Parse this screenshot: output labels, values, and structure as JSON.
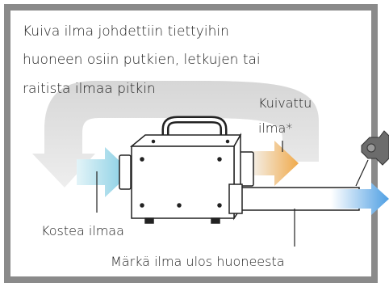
{
  "intro": {
    "line1": "Kuiva ilma johdettiin tiettyihin",
    "line2": "huoneen osiin putkien, letkujen tai",
    "line3": "raitista ilmaa pitkin"
  },
  "labels": {
    "dried_air_line1": "Kuivattu",
    "dried_air_line2": "ilma*",
    "humid_air": "Kostea ilmaa",
    "wet_air_out": "Märkä ilma ulos huoneesta"
  },
  "colors": {
    "room_frame": "#8a8a8a",
    "recirculation_arrow": "#d9d9d9",
    "humid_air_arrow": "#8fd3e6",
    "dried_air_arrow": "#f0b35a",
    "exhaust_arrow": "#5da9e6",
    "dehumidifier_body": "#ffffff",
    "outline": "#222222"
  },
  "icons": {
    "window_bracket": "wall-bracket-icon"
  }
}
